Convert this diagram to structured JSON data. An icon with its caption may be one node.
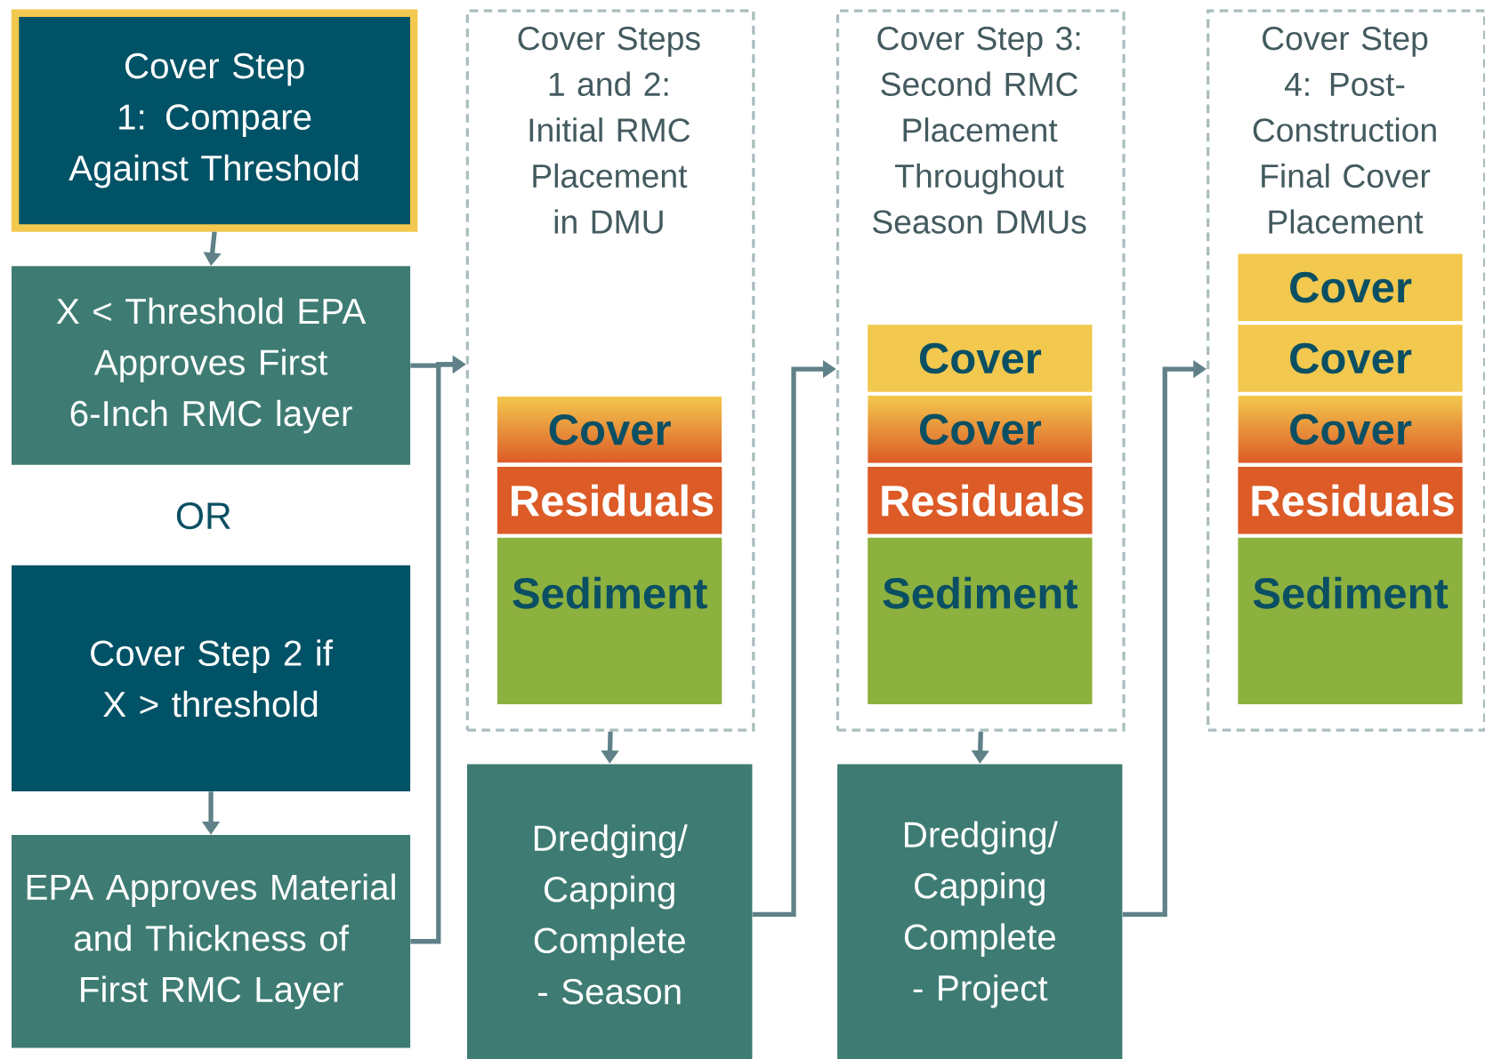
{
  "diagram": {
    "nodes": [
      {
        "text": [
          "Cover Step 1: Compare Against Threshold"
        ]
      },
      {
        "text": [
          "X < Threshold EPA Approves First 6-Inch RMC layer"
        ]
      },
      {
        "text": [
          "Cover Step 2 if X > threshold"
        ]
      },
      {
        "text": [
          "EPA Approves Material and Thickness of First RMC Layer"
        ]
      },
      {
        "text": [
          "Cover Steps 1 and 2: Initial RMC Placement in DMU"
        ]
      },
      {
        "text": [
          "Cover"
        ],
        "in": 4
      },
      {
        "text": [
          "Residuals"
        ],
        "in": 4
      },
      {
        "text": [
          "Sediment"
        ],
        "in": 4
      },
      {
        "text": [
          "Dredging/ Capping Complete - Season"
        ]
      },
      {
        "text": [
          "Cover Step 3: Second RMC Placement Throughout Season DMUs"
        ]
      },
      {
        "text": [
          "Cover"
        ],
        "in": 9
      },
      {
        "text": [
          "Cover"
        ],
        "in": 9
      },
      {
        "text": [
          "Residuals"
        ],
        "in": 9
      },
      {
        "text": [
          "Sediment"
        ],
        "in": 9
      },
      {
        "text": [
          "Dredging/ Capping Complete - Project"
        ]
      },
      {
        "text": [
          "Cover Step 4: Post-Construction Final Cover Placement"
        ]
      },
      {
        "text": [
          "Cover"
        ],
        "in": 15
      },
      {
        "text": [
          "Cover"
        ],
        "in": 15
      },
      {
        "text": [
          "Cover"
        ],
        "in": 15
      },
      {
        "text": [
          "Residuals"
        ],
        "in": 15
      },
      {
        "text": [
          "Sediment"
        ],
        "in": 15
      }
    ],
    "edges": [
      {
        "from": 0,
        "to": 1,
        "arrow": "to"
      },
      {
        "from": 2,
        "to": 3,
        "arrow": "to"
      },
      {
        "from": 1,
        "to": 4,
        "arrow": "to"
      },
      {
        "from": 3,
        "to": 4,
        "arrow": "to"
      },
      {
        "from": 4,
        "to": 8,
        "arrow": "to"
      },
      {
        "from": 8,
        "to": 9,
        "arrow": "to"
      },
      {
        "from": 9,
        "to": 14,
        "arrow": "to"
      },
      {
        "from": 14,
        "to": 15,
        "arrow": "to"
      }
    ],
    "labels": [
      "OR"
    ]
  }
}
